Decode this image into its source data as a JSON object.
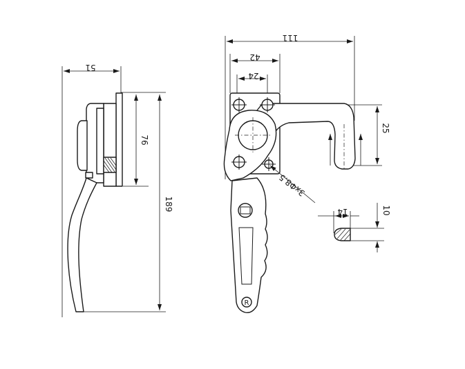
{
  "dimensions": {
    "side_width": "51",
    "plate_height": "76",
    "total_height": "189",
    "overall_width": "111",
    "hole_spacing_outer": "42",
    "hole_spacing_inner": "24",
    "hook_height": "25",
    "holes": "3xΦ8.5",
    "section_width": "14",
    "section_height": "10"
  },
  "handle_mark": "R",
  "colors": {
    "line": "#1a1a1a",
    "background": "#ffffff"
  }
}
